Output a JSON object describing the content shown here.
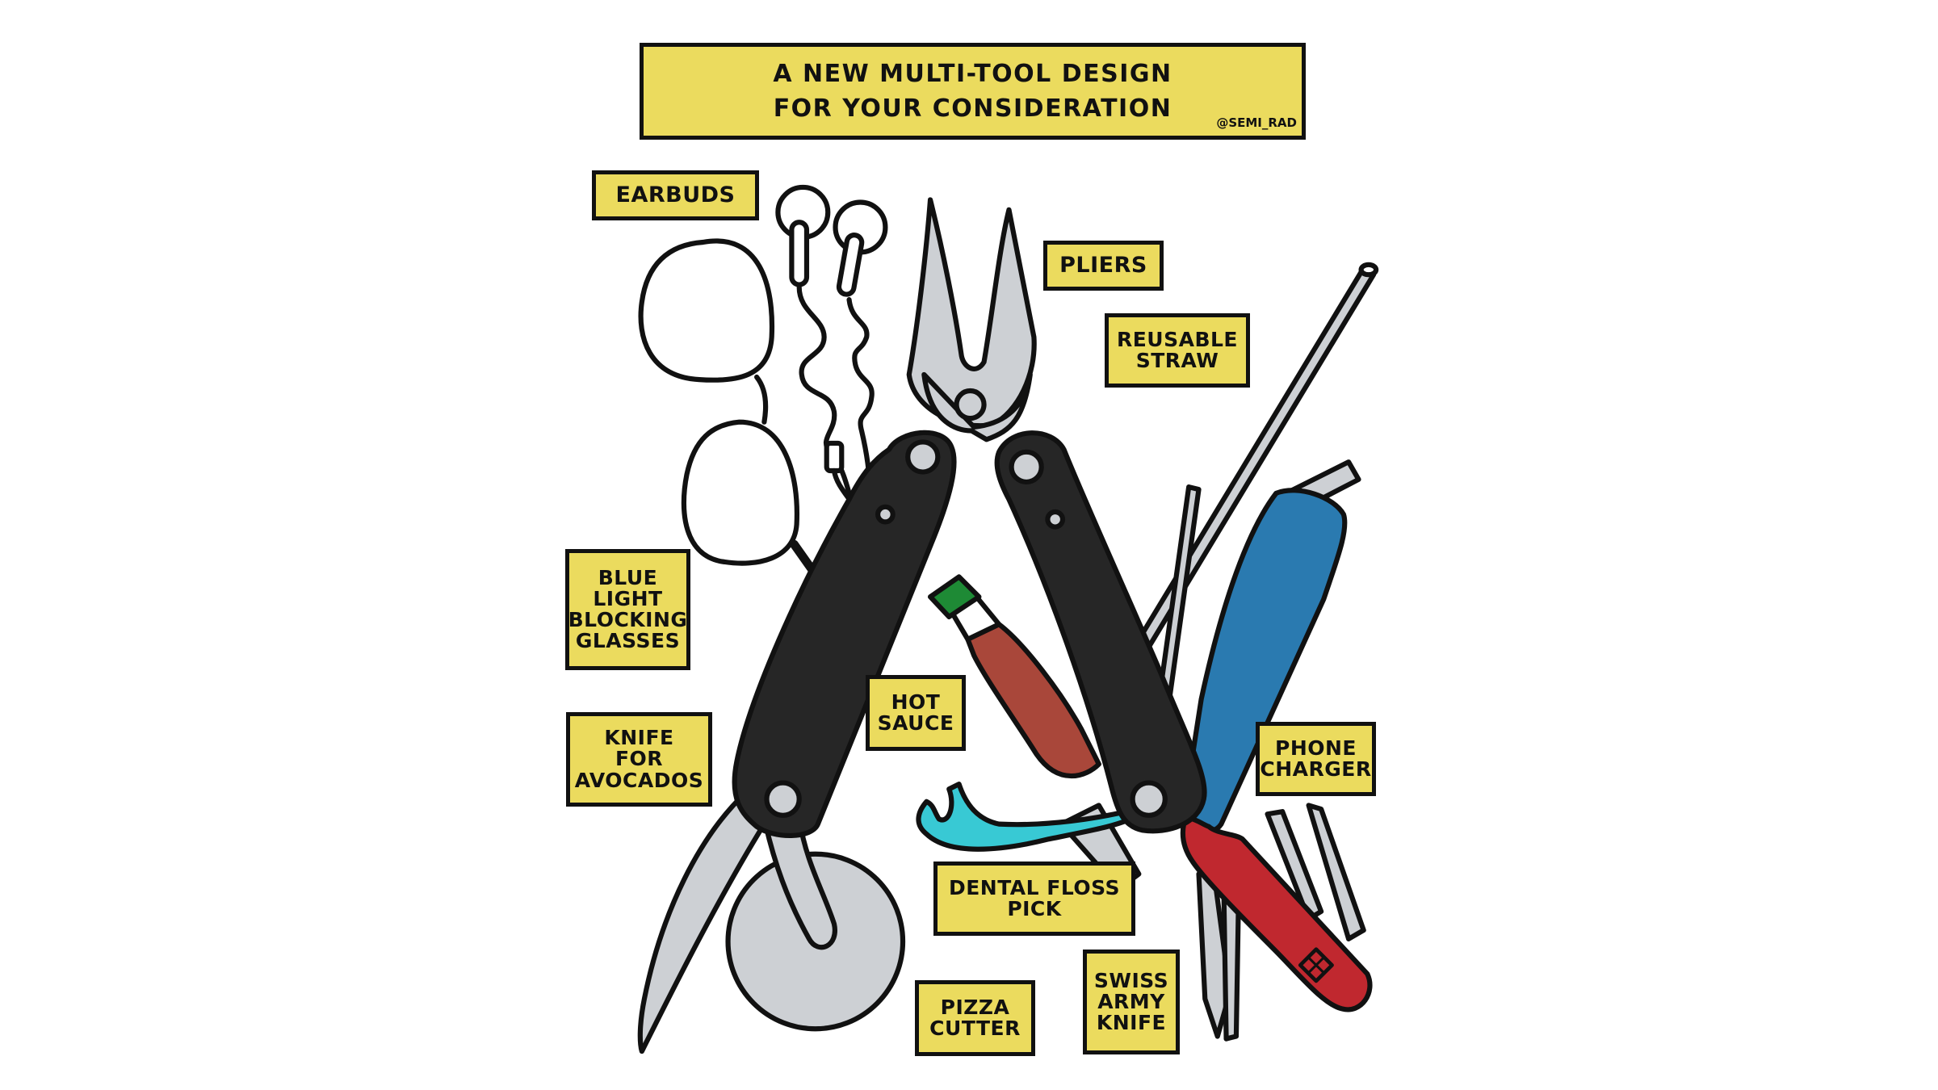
{
  "title": {
    "line1": "A NEW MULTI-TOOL DESIGN",
    "line2": "FOR YOUR CONSIDERATION",
    "credit": "@SEMI_RAD"
  },
  "labels": {
    "earbuds": [
      "EARBUDS"
    ],
    "pliers": [
      "PLIERS"
    ],
    "reusable_straw": [
      "REUSABLE",
      "STRAW"
    ],
    "blue_light_glasses": [
      "BLUE",
      "LIGHT",
      "BLOCKING",
      "GLASSES"
    ],
    "knife_for_avocados": [
      "KNIFE",
      "FOR",
      "AVOCADOS"
    ],
    "hot_sauce": [
      "HOT",
      "SAUCE"
    ],
    "phone_charger": [
      "PHONE",
      "CHARGER"
    ],
    "dental_floss_pick": [
      "DENTAL FLOSS",
      "PICK"
    ],
    "pizza_cutter": [
      "PIZZA",
      "CUTTER"
    ],
    "swiss_army_knife": [
      "SWISS",
      "ARMY",
      "KNIFE"
    ]
  },
  "colors": {
    "label_yellow": "#EBDB5E",
    "outline": "#111111",
    "steel_grey": "#CDD0D4",
    "handle_black": "#262626",
    "charger_blue": "#2A7AB0",
    "sauce_red": "#A9473A",
    "cap_green": "#1E8A35",
    "floss_cyan": "#38C9D4",
    "swiss_red": "#C0282F"
  }
}
